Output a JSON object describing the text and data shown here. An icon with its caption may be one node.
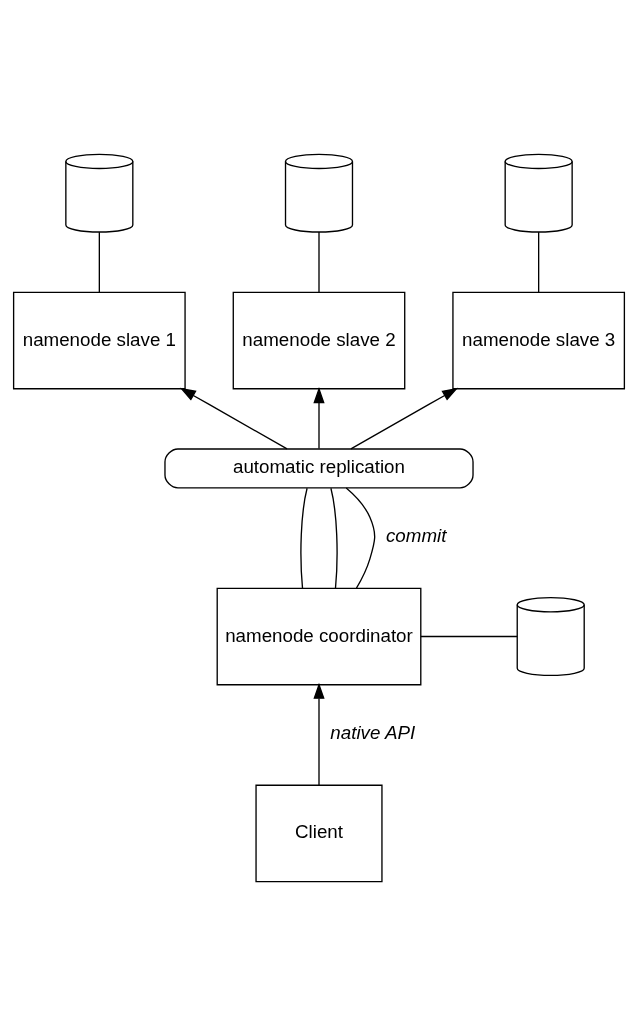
{
  "diagram": {
    "nodes": [
      {
        "text": [],
        "shape": "cylinder"
      },
      {
        "text": [],
        "shape": "cylinder"
      },
      {
        "text": [],
        "shape": "cylinder"
      },
      {
        "text": [
          "namenode slave 1"
        ]
      },
      {
        "text": [
          "namenode slave 2"
        ]
      },
      {
        "text": [
          "namenode slave 3"
        ]
      },
      {
        "text": [
          "automatic replication"
        ]
      },
      {
        "text": [],
        "shape": "cylinder"
      },
      {
        "text": [
          "namenode coordinator"
        ]
      },
      {
        "text": [
          "Client"
        ]
      }
    ],
    "edges": [
      {
        "from": 3,
        "to": 0,
        "arrow": "none"
      },
      {
        "from": 4,
        "to": 1,
        "arrow": "none"
      },
      {
        "from": 5,
        "to": 2,
        "arrow": "none"
      },
      {
        "from": 6,
        "to": 3,
        "arrow": "to"
      },
      {
        "from": 6,
        "to": 4,
        "arrow": "to"
      },
      {
        "from": 6,
        "to": 5,
        "arrow": "to"
      },
      {
        "from": 8,
        "to": 6,
        "arrow": "none"
      },
      {
        "from": 8,
        "to": 6,
        "arrow": "none"
      },
      {
        "from": 8,
        "to": 6,
        "arrow": "none",
        "label": "commit"
      },
      {
        "from": 8,
        "to": 7,
        "arrow": "none"
      },
      {
        "from": 9,
        "to": 8,
        "arrow": "to",
        "label": "native API"
      }
    ]
  }
}
